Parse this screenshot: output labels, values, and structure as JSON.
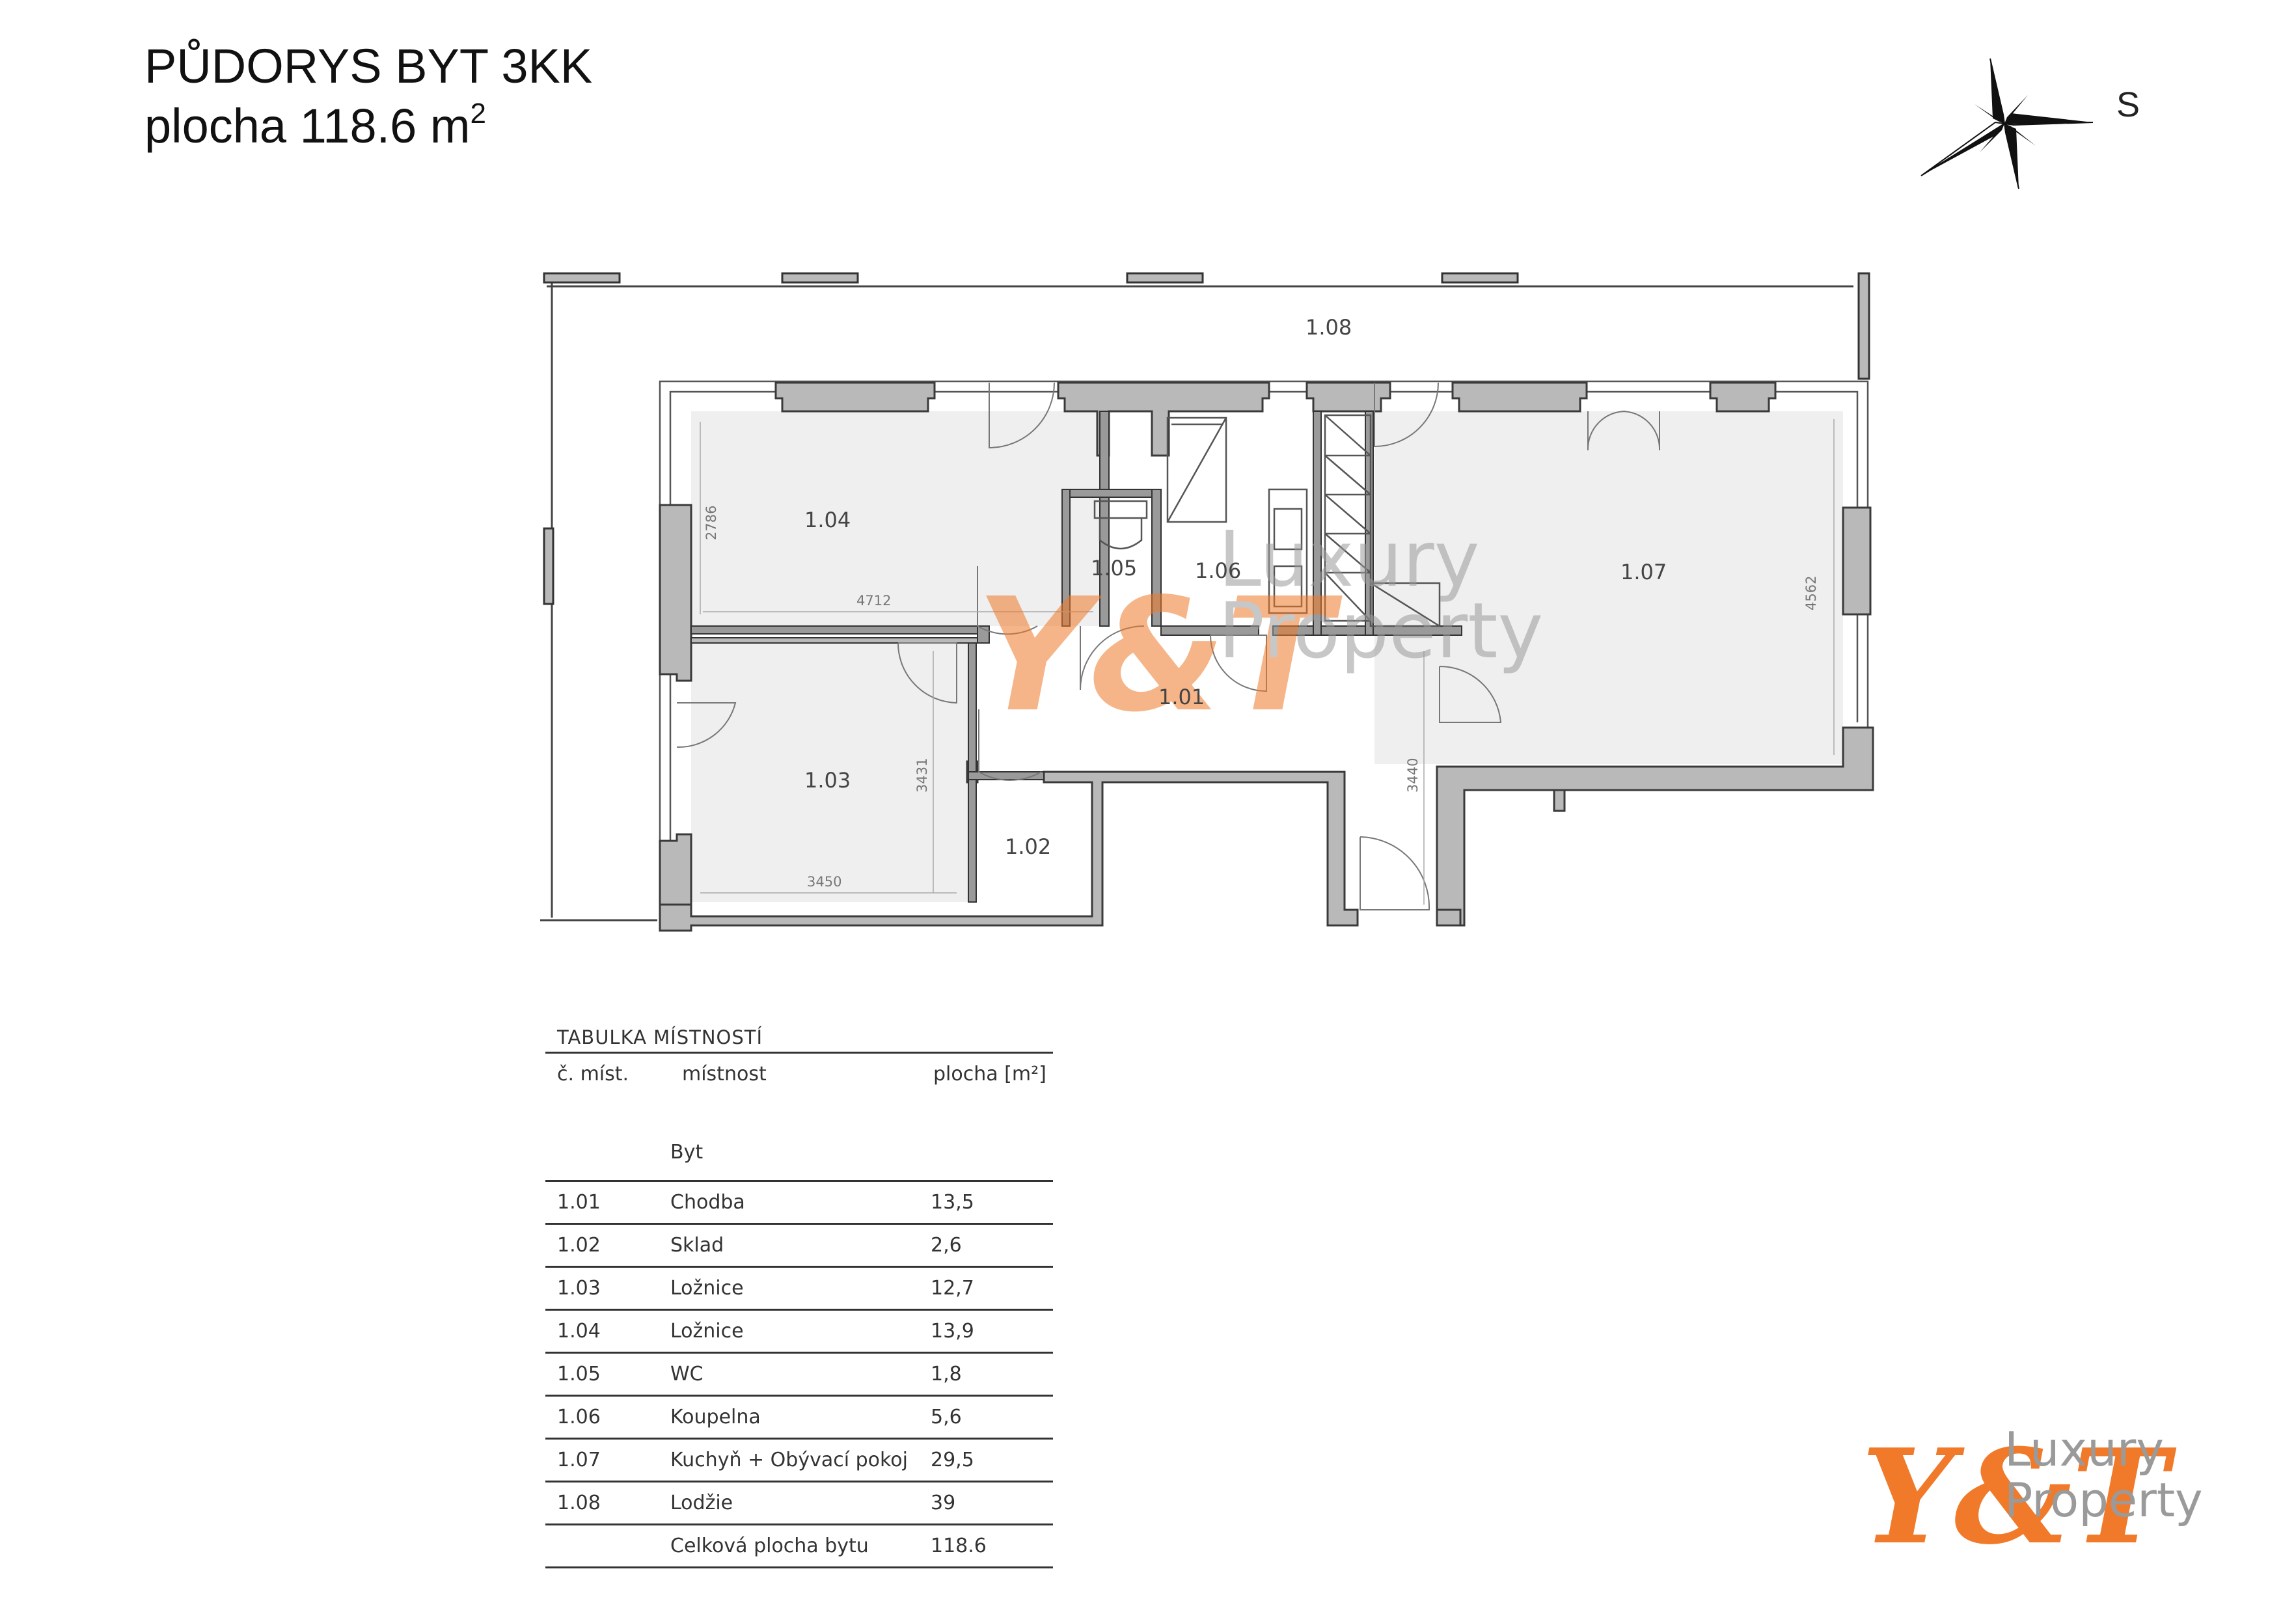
{
  "header": {
    "title_line1": "PŮDORYS BYT 3KK",
    "title_line2": "plocha 118.6 m",
    "title_sup": "2"
  },
  "compass": {
    "label": "S",
    "icon": "compass-rose-icon"
  },
  "floorplan": {
    "rooms": [
      {
        "id": "1.01",
        "label": "1.01"
      },
      {
        "id": "1.02",
        "label": "1.02"
      },
      {
        "id": "1.03",
        "label": "1.03"
      },
      {
        "id": "1.04",
        "label": "1.04"
      },
      {
        "id": "1.05",
        "label": "1.05"
      },
      {
        "id": "1.06",
        "label": "1.06"
      },
      {
        "id": "1.07",
        "label": "1.07"
      },
      {
        "id": "1.08",
        "label": "1.08"
      }
    ],
    "dimensions": {
      "d2786": "2786",
      "d4712": "4712",
      "d3431": "3431",
      "d3450": "3450",
      "d3440": "3440",
      "d4562": "4562"
    }
  },
  "watermark": {
    "monogram": "Y&T",
    "line1": "Luxury",
    "line2": "Property"
  },
  "table": {
    "caption": "TABULKA MÍSTNOSTÍ",
    "headers": {
      "number": "č. míst.",
      "room": "místnost",
      "area": "plocha [m²]"
    },
    "group": "Byt",
    "rows": [
      {
        "number": "1.01",
        "room": "Chodba",
        "area": "13,5"
      },
      {
        "number": "1.02",
        "room": "Sklad",
        "area": "2,6"
      },
      {
        "number": "1.03",
        "room": "Ložnice",
        "area": "12,7"
      },
      {
        "number": "1.04",
        "room": "Ložnice",
        "area": "13,9"
      },
      {
        "number": "1.05",
        "room": "WC",
        "area": "1,8"
      },
      {
        "number": "1.06",
        "room": "Koupelna",
        "area": "5,6"
      },
      {
        "number": "1.07",
        "room": "Kuchyň + Obývací pokoj",
        "area": "29,5"
      },
      {
        "number": "1.08",
        "room": "Lodžie",
        "area": "39"
      }
    ],
    "total": {
      "room": "Celková plocha bytu",
      "area": "118.6"
    }
  },
  "brand": {
    "monogram": "Y&T",
    "line1": "Luxury",
    "line2": "Property",
    "accent_color": "#f07a2a",
    "gray_color": "#9a9a9a"
  },
  "colors": {
    "wall_fill": "#b9b9b9",
    "wall_stroke": "#3a3a3a",
    "floor_fill": "#efefef",
    "line": "#333333"
  }
}
